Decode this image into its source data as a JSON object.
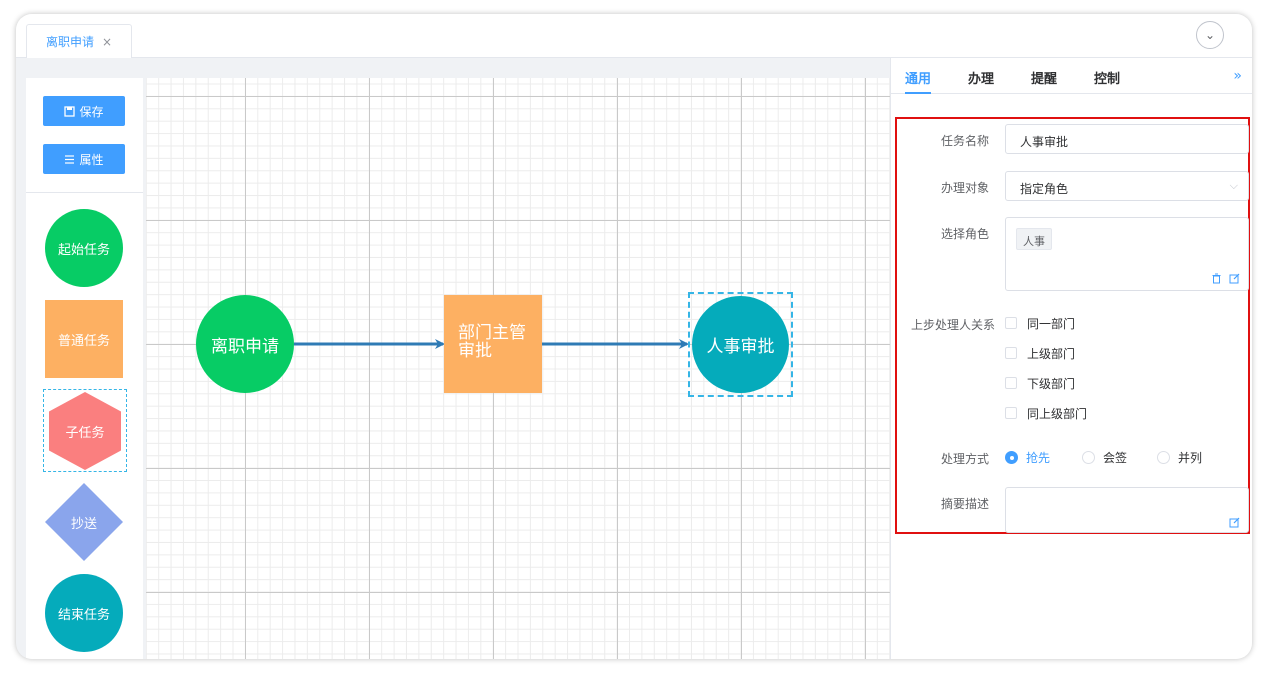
{
  "tab": {
    "label": "离职申请",
    "close": "×"
  },
  "collapse_icon": "⌄",
  "toolbar": {
    "save": "保存",
    "attr": "属性"
  },
  "palette": [
    {
      "label": "起始任务",
      "color": "#07cc65"
    },
    {
      "label": "普通任务",
      "color": "#fdb062"
    },
    {
      "label": "子任务",
      "color": "#fa7f7f"
    },
    {
      "label": "抄送",
      "color": "#8aa5ec"
    },
    {
      "label": "结束任务",
      "color": "#05abbb"
    }
  ],
  "flow": {
    "start": "离职申请",
    "middle_line1": "部门主管",
    "middle_line2": "审批",
    "end": "人事审批",
    "edge_color": "#2f7bb5"
  },
  "panel": {
    "tabs": [
      "通用",
      "办理",
      "提醒",
      "控制"
    ],
    "expand_icon": "»",
    "task_name_label": "任务名称",
    "task_name_value": "人事审批",
    "handler_label": "办理对象",
    "handler_value": "指定角色",
    "role_label": "选择角色",
    "role_tag": "人事",
    "relation_label": "上步处理人关系",
    "relations": [
      "同一部门",
      "上级部门",
      "下级部门",
      "同上级部门"
    ],
    "method_label": "处理方式",
    "methods": [
      "抢先",
      "会签",
      "并列"
    ],
    "method_selected": 0,
    "desc_label": "摘要描述",
    "accent_color": "#409eff",
    "highlight_color": "#e01010"
  }
}
